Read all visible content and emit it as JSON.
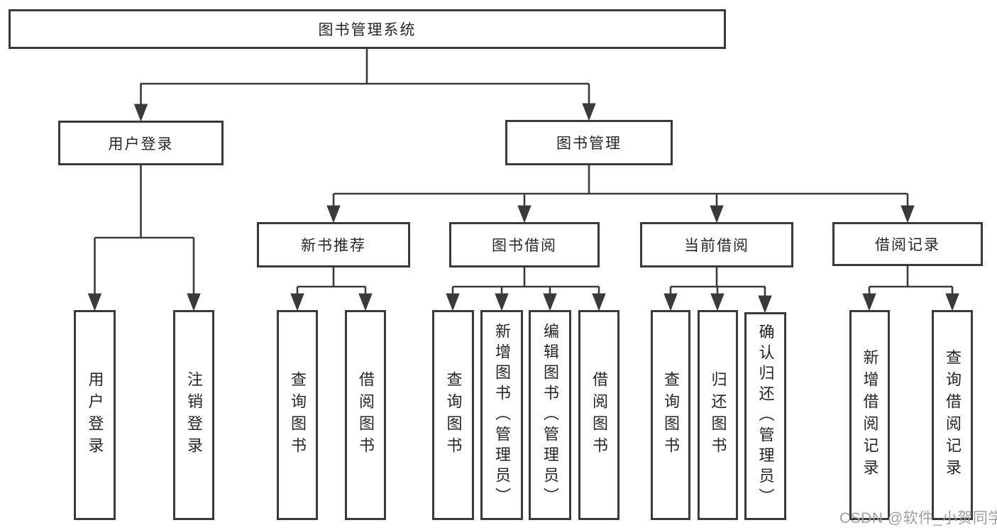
{
  "diagram_type": "hierarchy",
  "colors": {
    "line": "#3a3a3a",
    "box_border": "#3a3a3a",
    "text": "#262626",
    "background": "#ffffff",
    "watermark": "#9e9e9e"
  },
  "tree": {
    "label": "图书管理系统",
    "children": [
      {
        "label": "用户登录",
        "children": [
          {
            "label": "用户登录"
          },
          {
            "label": "注销登录"
          }
        ]
      },
      {
        "label": "图书管理",
        "children": [
          {
            "label": "新书推荐",
            "children": [
              {
                "label": "查询图书"
              },
              {
                "label": "借阅图书"
              }
            ]
          },
          {
            "label": "图书借阅",
            "children": [
              {
                "label": "查询图书"
              },
              {
                "label": "新增图书（管理员）"
              },
              {
                "label": "编辑图书（管理员）"
              },
              {
                "label": "借阅图书"
              }
            ]
          },
          {
            "label": "当前借阅",
            "children": [
              {
                "label": "查询图书"
              },
              {
                "label": "归还图书"
              },
              {
                "label": "确认归还（管理员）"
              }
            ]
          },
          {
            "label": "借阅记录",
            "children": [
              {
                "label": "新增借阅记录"
              },
              {
                "label": "查询借阅记录"
              }
            ]
          }
        ]
      }
    ]
  },
  "watermark": {
    "text": "CSDN @软件_小贺同学"
  }
}
